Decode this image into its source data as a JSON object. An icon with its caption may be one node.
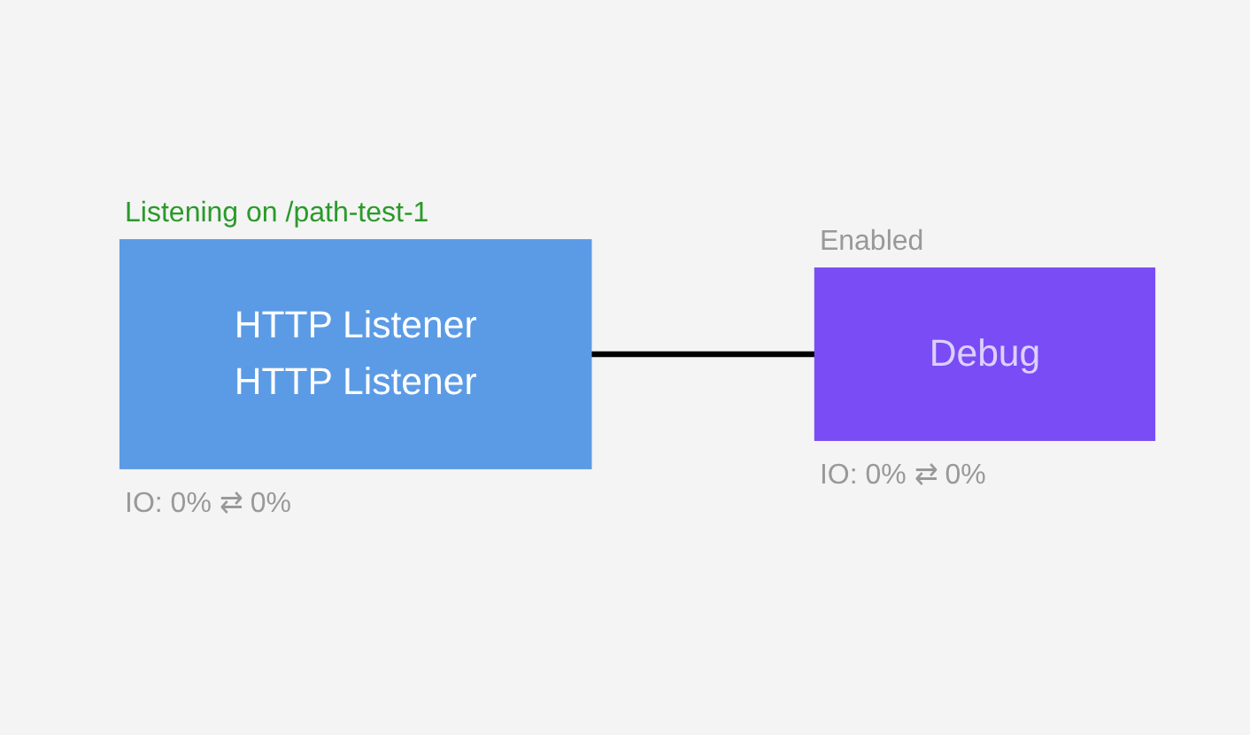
{
  "diagram": {
    "nodes": [
      {
        "text": [
          "HTTP Listener",
          "HTTP Listener"
        ],
        "beside": [
          "Listening on /path-test-1",
          "IO: 0% ⇄ 0%"
        ]
      },
      {
        "text": [
          "Debug"
        ],
        "beside": [
          "Enabled",
          "IO: 0% ⇄ 0%"
        ]
      }
    ],
    "edges": [
      {
        "from": 0,
        "to": 1,
        "arrow": "none"
      }
    ]
  }
}
